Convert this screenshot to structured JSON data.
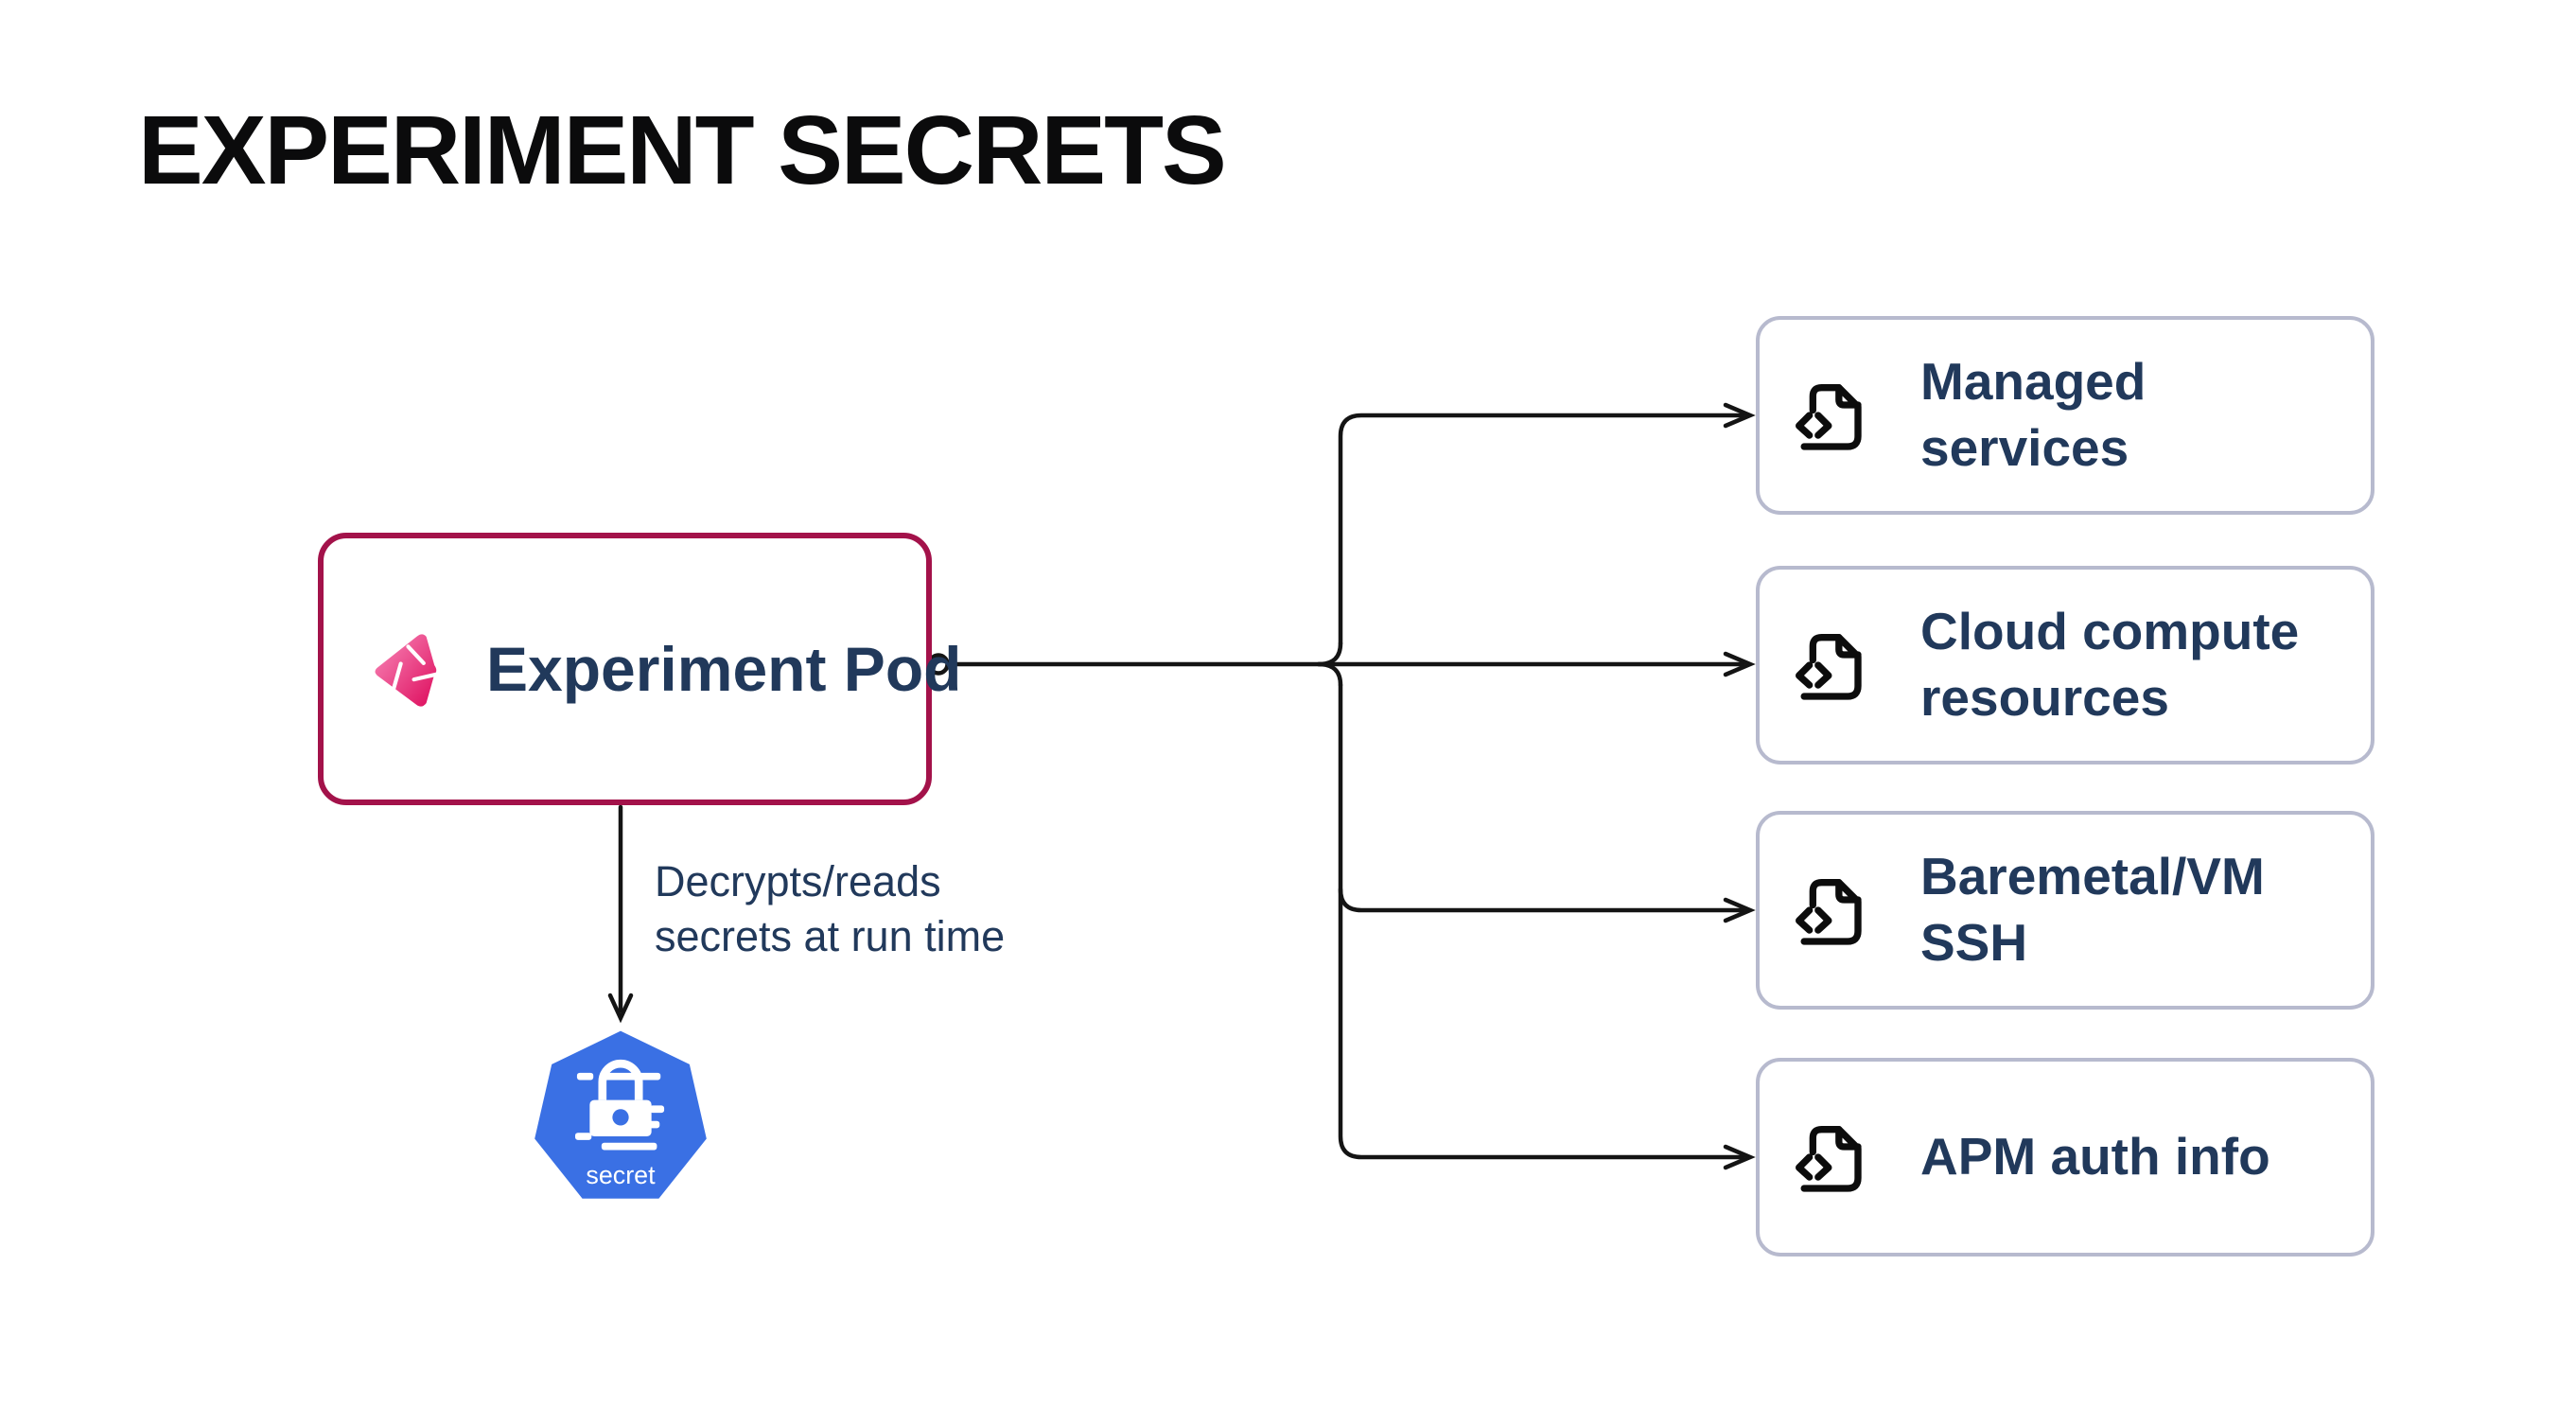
{
  "title": "EXPERIMENT SECRETS",
  "pod": {
    "label": "Experiment Pod"
  },
  "flow_label": {
    "line1": "Decrypts/reads",
    "line2": "secrets at run time"
  },
  "secret_node": {
    "label": "secret"
  },
  "targets": [
    {
      "label": "Managed services"
    },
    {
      "label": "Cloud compute resources"
    },
    {
      "label": "Baremetal/VM SSH"
    },
    {
      "label": "APM auth info"
    }
  ],
  "colors": {
    "pod_border": "#a3124a",
    "node_text": "#21395b",
    "target_border": "#b7bace",
    "connector": "#141414",
    "kubernetes_blue": "#3a70e4",
    "logo_pink_light": "#f98bbb",
    "logo_pink_dark": "#dd0a5b",
    "title_text": "#0b0b0c"
  }
}
